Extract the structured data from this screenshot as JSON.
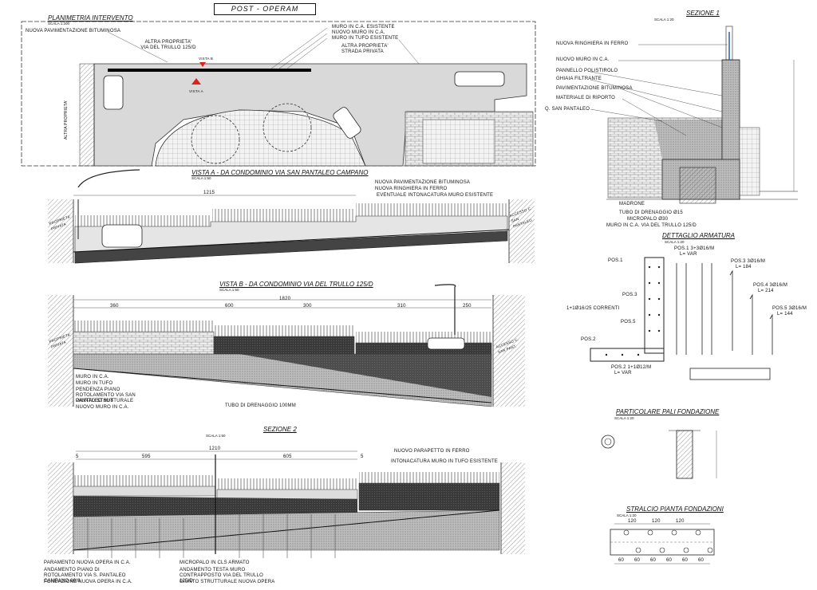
{
  "header": {
    "title": "POST - OPERAM"
  },
  "planimetria": {
    "title": "PLANIMETRIA INTERVENTO",
    "scale": "SCALA 1:200",
    "labels": {
      "pavimentazione": "NUOVA PAVIMENTAZIONE BITUMINOSA",
      "altra_prop_trullo": "ALTRA PROPRIETA' VIA DEL TRULLO 125/D",
      "muro_esistente": "MURO IN C.A. ESISTENTE",
      "nuovo_muro": "NUOVO MURO IN C.A.",
      "muro_tufo": "MURO IN TUFO ESISTENTE",
      "altra_prop_strada": "ALTRA PROPRIETA' STRADA PRIVATA",
      "vista_b": "VISTA B",
      "vista_a": "VISTA A",
      "altra_prop": "ALTRA PROPRIETA'"
    }
  },
  "vista_a": {
    "title": "VISTA A - da condominio Via San Pantaleo Campano",
    "scale": "SCALA 1:50",
    "dim": "1215",
    "labels": {
      "pavimentazione": "NUOVA PAVIMENTAZIONE BITUMINOSA",
      "ringhiera": "NUOVA RINGHIERA IN FERRO",
      "intonacatura": "EVENTUALE INTONACATURA MURO ESISTENTE",
      "prop_privata": "PROPRIETA' PRIVATA",
      "accesso": "ACCESSO C. SAN PANTALEO"
    }
  },
  "vista_b": {
    "title": "VISTA B - da condominio via del Trullo 125/d",
    "scale": "SCALA 1:50",
    "dims": [
      "360",
      "600",
      "300",
      "310",
      "250"
    ],
    "total": "1820",
    "labels": [
      "MURO IN C.A.",
      "MURO IN TUFO",
      "PENDENZA PIANO ROTOLAMENTO VIA SAN PANTALEO 60/8",
      "GIUNTO STRUTTURALE",
      "NUOVO MURO IN C.A."
    ],
    "drain": "TUBO DI DRENAGGIO 100mm",
    "prop_privata": "PROPRIETA' PRIVATA",
    "accesso": "ACCESSO C. SAN PANT."
  },
  "sezione2": {
    "title": "SEZIONE 2",
    "scale": "SCALA 1:50",
    "total": "1210",
    "dims": [
      "5",
      "595",
      "605",
      "5"
    ],
    "labels": {
      "parapetto": "NUOVO PARAPETTO IN FERRO",
      "intonacatura": "INTONACATURA MURO IN TUFO ESISTENTE"
    },
    "bottom_left": [
      "PARAMENTO NUOVA OPERA IN C.A.",
      "ANDAMENTO PIANO DI ROTOLAMENTO VIA S. PANTALEO CAMPANO 60/8",
      "FONDAZIONE NUOVA OPERA IN C.A."
    ],
    "bottom_right": [
      "MICROPALO IN CLS ARMATO",
      "ANDAMENTO TESTA MURO CONTRAPPOSTO VIA DEL TRULLO 125/D",
      "GIUNTO STRUTTURALE NUOVA OPERA"
    ]
  },
  "sezione1": {
    "title": "SEZIONE 1",
    "scale": "SCALA 1:20",
    "labels": [
      "NUOVA RINGHIERA IN FERRO",
      "NUOVO MURO IN C.A.",
      "PANNELLO POLISTIROLO",
      "GHIAIA FILTRANTE",
      "PAVIMENTAZIONE BITUMINOSA",
      "MATERIALE DI RIPORTO",
      "Q. SAN PANTALEO"
    ],
    "bottom": [
      "MADRONE",
      "TUBO DI DRENAGGIO Ø15",
      "MICROPALO Ø30",
      "MURO IN C.A. VIA DEL TRULLO 125/D"
    ]
  },
  "dettaglio": {
    "title": "DETTAGLIO ARMATURA",
    "scale": "SCALA 1:20",
    "pos": [
      "POS.1",
      "POS.3",
      "POS.5",
      "POS.2"
    ],
    "corr": "1+1Ø16/25 CORRENTI",
    "pos1": "POS.1 3+3Ø16/m",
    "pos1b": "L= VAR",
    "pos3": "POS.3 3Ø16/m",
    "pos3b": "L= 184",
    "pos4": "POS.4 3Ø16/m",
    "pos4b": "L= 214",
    "pos5": "POS.5 3Ø16/m",
    "pos5b": "L= 144",
    "pos2": "POS.2 1+1Ø12/m",
    "pos2b": "L= var"
  },
  "pali": {
    "title": "PARTICOLARE PALI FONDAZIONE",
    "scale": "SCALA 1:20"
  },
  "stralcio": {
    "title": "STRALCIO PIANTA FONDAZIONI",
    "scale": "SCALA 1:20",
    "top": [
      "120",
      "120",
      "120"
    ],
    "bottom": [
      "60",
      "60",
      "60",
      "60",
      "60",
      "60"
    ]
  }
}
